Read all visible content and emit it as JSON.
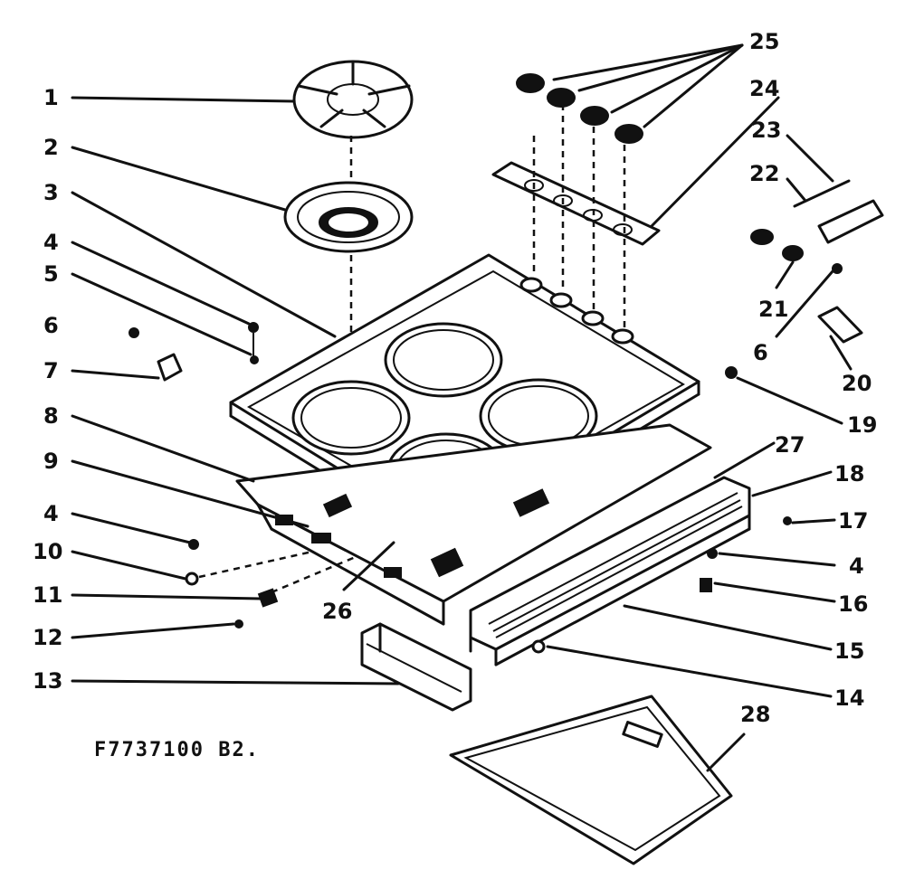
{
  "diagram_code": "F7737100 B2.",
  "callouts": [
    "1",
    "2",
    "3",
    "4",
    "5",
    "6",
    "7",
    "8",
    "9",
    "4",
    "10",
    "11",
    "12",
    "13",
    "25",
    "24",
    "23",
    "22",
    "21",
    "6",
    "20",
    "19",
    "27",
    "18",
    "17",
    "4",
    "16",
    "26",
    "15",
    "14",
    "28"
  ]
}
